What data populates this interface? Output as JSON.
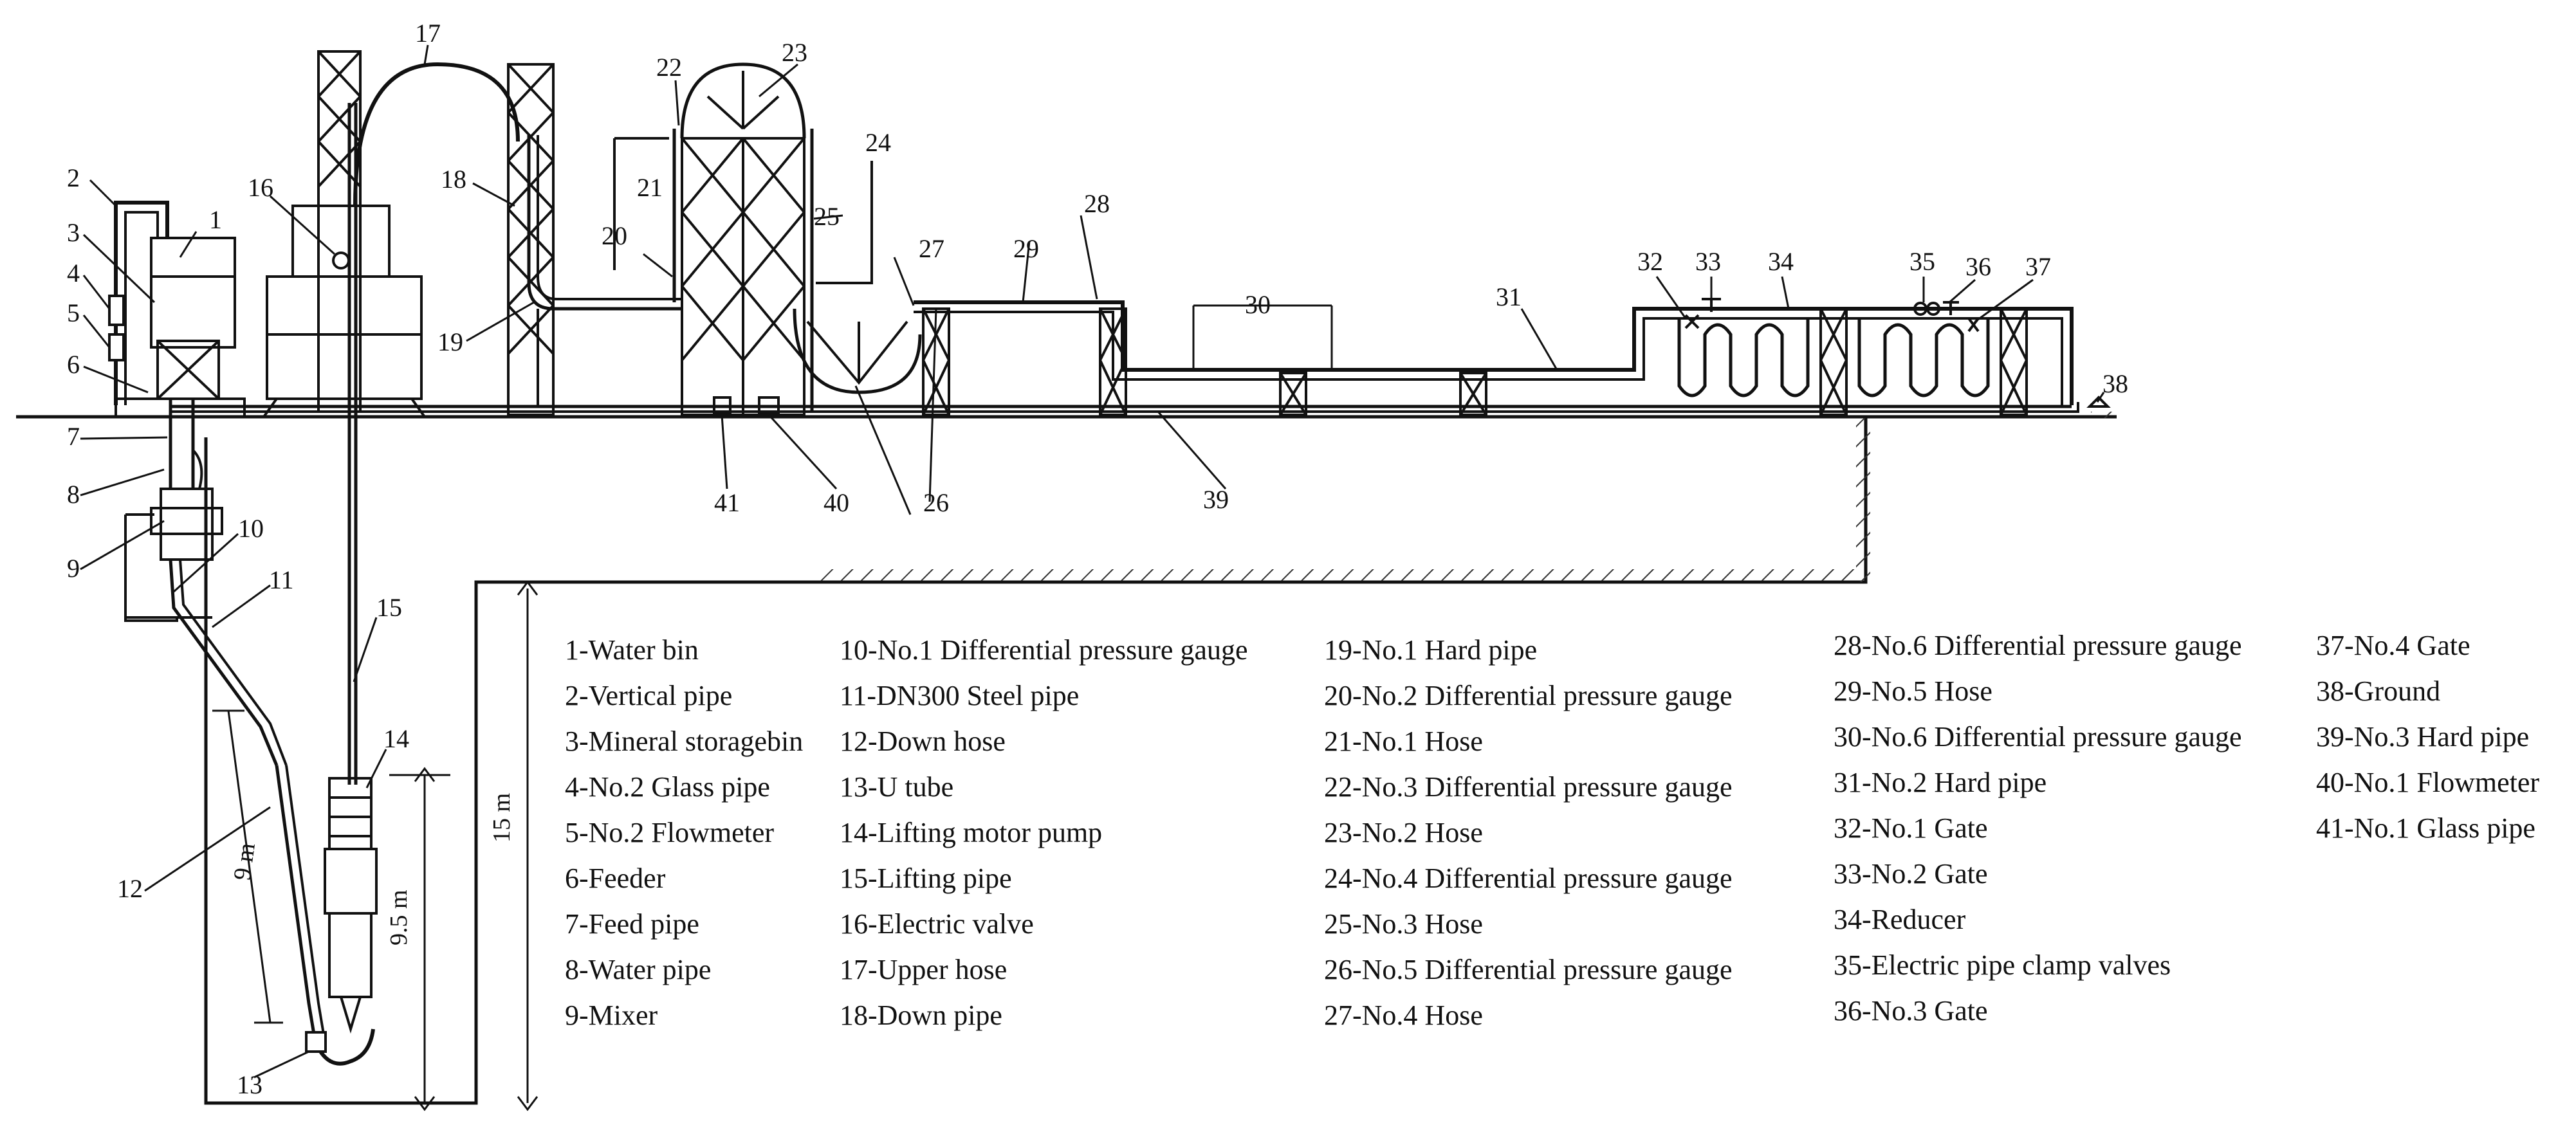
{
  "callouts": [
    "1",
    "2",
    "3",
    "4",
    "5",
    "6",
    "7",
    "8",
    "9",
    "10",
    "11",
    "12",
    "13",
    "14",
    "15",
    "16",
    "17",
    "18",
    "19",
    "20",
    "21",
    "22",
    "23",
    "24",
    "25",
    "26",
    "27",
    "28",
    "29",
    "30",
    "31",
    "32",
    "33",
    "34",
    "35",
    "36",
    "37",
    "38",
    "39",
    "40",
    "41"
  ],
  "dimensions": {
    "height_15m": "15 m",
    "length_9m": "9 m",
    "height_9_5m": "9.5 m"
  },
  "legend": [
    [
      "1-Water bin",
      "2-Vertical pipe",
      "3-Mineral storagebin",
      "4-No.2 Glass pipe",
      "5-No.2 Flowmeter",
      "6-Feeder",
      "7-Feed pipe",
      "8-Water pipe",
      "9-Mixer"
    ],
    [
      "10-No.1 Differential pressure gauge",
      "11-DN300 Steel pipe",
      "12-Down hose",
      "13-U tube",
      "14-Lifting motor pump",
      "15-Lifting pipe",
      "16-Electric valve",
      "17-Upper hose",
      "18-Down pipe"
    ],
    [
      "19-No.1 Hard pipe",
      "20-No.2 Differential pressure gauge",
      "21-No.1 Hose",
      "22-No.3 Differential pressure gauge",
      "23-No.2 Hose",
      "24-No.4 Differential pressure gauge",
      "25-No.3 Hose",
      "26-No.5 Differential pressure gauge",
      "27-No.4 Hose"
    ],
    [
      "28-No.6 Differential pressure gauge",
      "29-No.5 Hose",
      "30-No.6 Differential pressure gauge",
      "31-No.2 Hard pipe",
      "32-No.1 Gate",
      "33-No.2 Gate",
      "34-Reducer",
      "35-Electric pipe clamp valves",
      "36-No.3 Gate"
    ],
    [
      "37-No.4 Gate",
      "38-Ground",
      "39-No.3 Hard pipe",
      "40-No.1 Flowmeter",
      "41-No.1 Glass pipe"
    ]
  ]
}
